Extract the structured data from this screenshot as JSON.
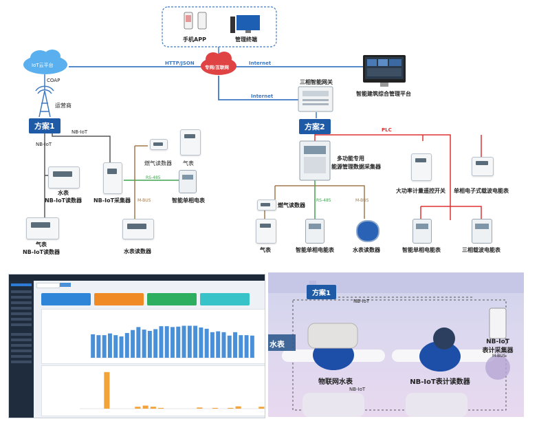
{
  "diagram": {
    "phone_app": "手机APP",
    "mgmt_terminal": "管理终端",
    "iot_cloud": "IoT云平台",
    "private_net": "专网/互联网",
    "http_json": "HTTP/JSON",
    "internet_1": "Internet",
    "internet_2": "Internet",
    "coap": "COAP",
    "operator": "运营商",
    "platform": "智能建筑综合管理平台",
    "gateway": "三相智能网关",
    "plan1": "方案1",
    "plan2": "方案2",
    "nbiot_1": "NB-IoT",
    "nbiot_2": "NB-IoT",
    "gas_reader_top": "燃气读数器",
    "gas_meter_top": "气表",
    "rs485_1": "RS-485",
    "mbus_1": "M-BUS",
    "water_meter": "水表",
    "water_nb_reader": "NB-IoT读数器",
    "nb_collector": "NB-IoT采集器",
    "smart_single_meter": "智能单相电表",
    "gas_meter_bottom": "气表",
    "gas_nb_reader": "NB-IoT读数器",
    "water_reader": "水表读数器",
    "plc": "PLC",
    "energy_collector_1": "多功能专用",
    "energy_collector_2": "能源管理数据采集器",
    "high_power_switch": "大功率计量遥控开关",
    "single_phase_carrier": "单相电子式载波电能表",
    "gas_reader_2": "燃气读数器",
    "rs485_2": "RS-485",
    "mbus_2": "M-BUS",
    "gas_meter_2": "气表",
    "smart_single_energy_1": "智能单相电能表",
    "water_reader_2": "水表读数器",
    "smart_single_energy_2": "智能单相电能表",
    "three_phase_carrier": "三相载波电能表"
  },
  "photo": {
    "plan1": "方案1",
    "nbiot_top": "NB-IoT",
    "water_side": "水表",
    "iot_water_meter": "物联网水表",
    "nb_meter_reader": "NB-IoT表计读数器",
    "nb_meter_collector_1": "NB-IoT",
    "nb_meter_collector_2": "表计采集器",
    "mbus": "M-BUS",
    "nbiot_bottom": "NB-IoT"
  },
  "chart_data": [
    {
      "type": "bar",
      "values": [
        55,
        53,
        53,
        57,
        53,
        50,
        58,
        65,
        72,
        66,
        63,
        67,
        74,
        74,
        72,
        73,
        75,
        75,
        75,
        71,
        68,
        60,
        62,
        60,
        52,
        60,
        53,
        53,
        52
      ],
      "ylim": [
        0,
        100
      ],
      "color": "#4a90d9"
    },
    {
      "type": "bar",
      "values": [
        0,
        0,
        0,
        95,
        0,
        0,
        0,
        5,
        8,
        5,
        2,
        0,
        0,
        0,
        0,
        3,
        0,
        2,
        0,
        2,
        6,
        0,
        0,
        5
      ],
      "ylim": [
        0,
        100
      ],
      "color": "#f2a33a"
    }
  ],
  "colors": {
    "plan_blue": "#1f5aa6",
    "network_blue": "#3e78c2",
    "plc_red": "#e03131",
    "rs485_green": "#3fa34d",
    "mbus_brown": "#a0784b",
    "cloud_blue": "#5ab0ee",
    "cloud_red": "#e04343"
  }
}
